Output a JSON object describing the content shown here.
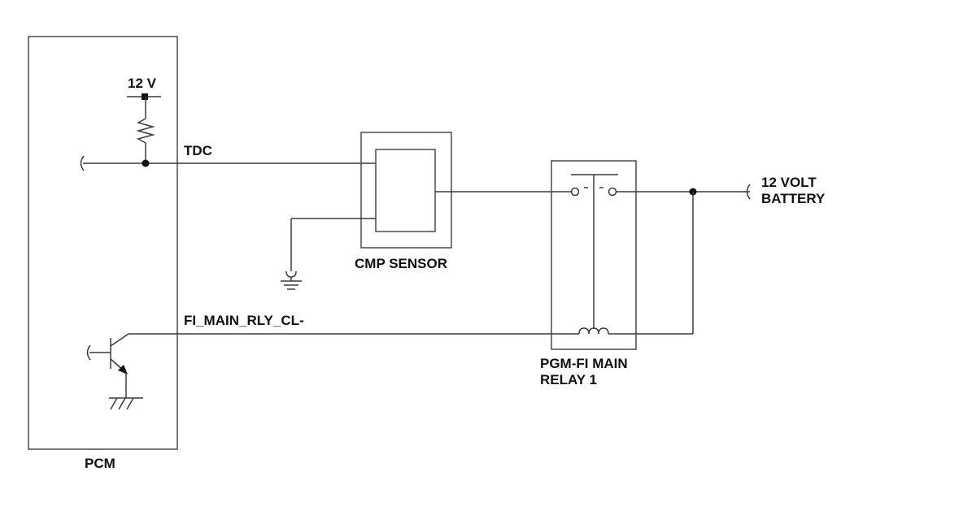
{
  "labels": {
    "pcm": "PCM",
    "supply_12v": "12 V",
    "tdc": "TDC",
    "fi_main_rly": "FI_MAIN_RLY_CL-",
    "cmp_sensor": "CMP SENSOR",
    "relay_line1": "PGM-FI MAIN",
    "relay_line2": "RELAY 1",
    "battery_line1": "12 VOLT",
    "battery_line2": "BATTERY"
  }
}
